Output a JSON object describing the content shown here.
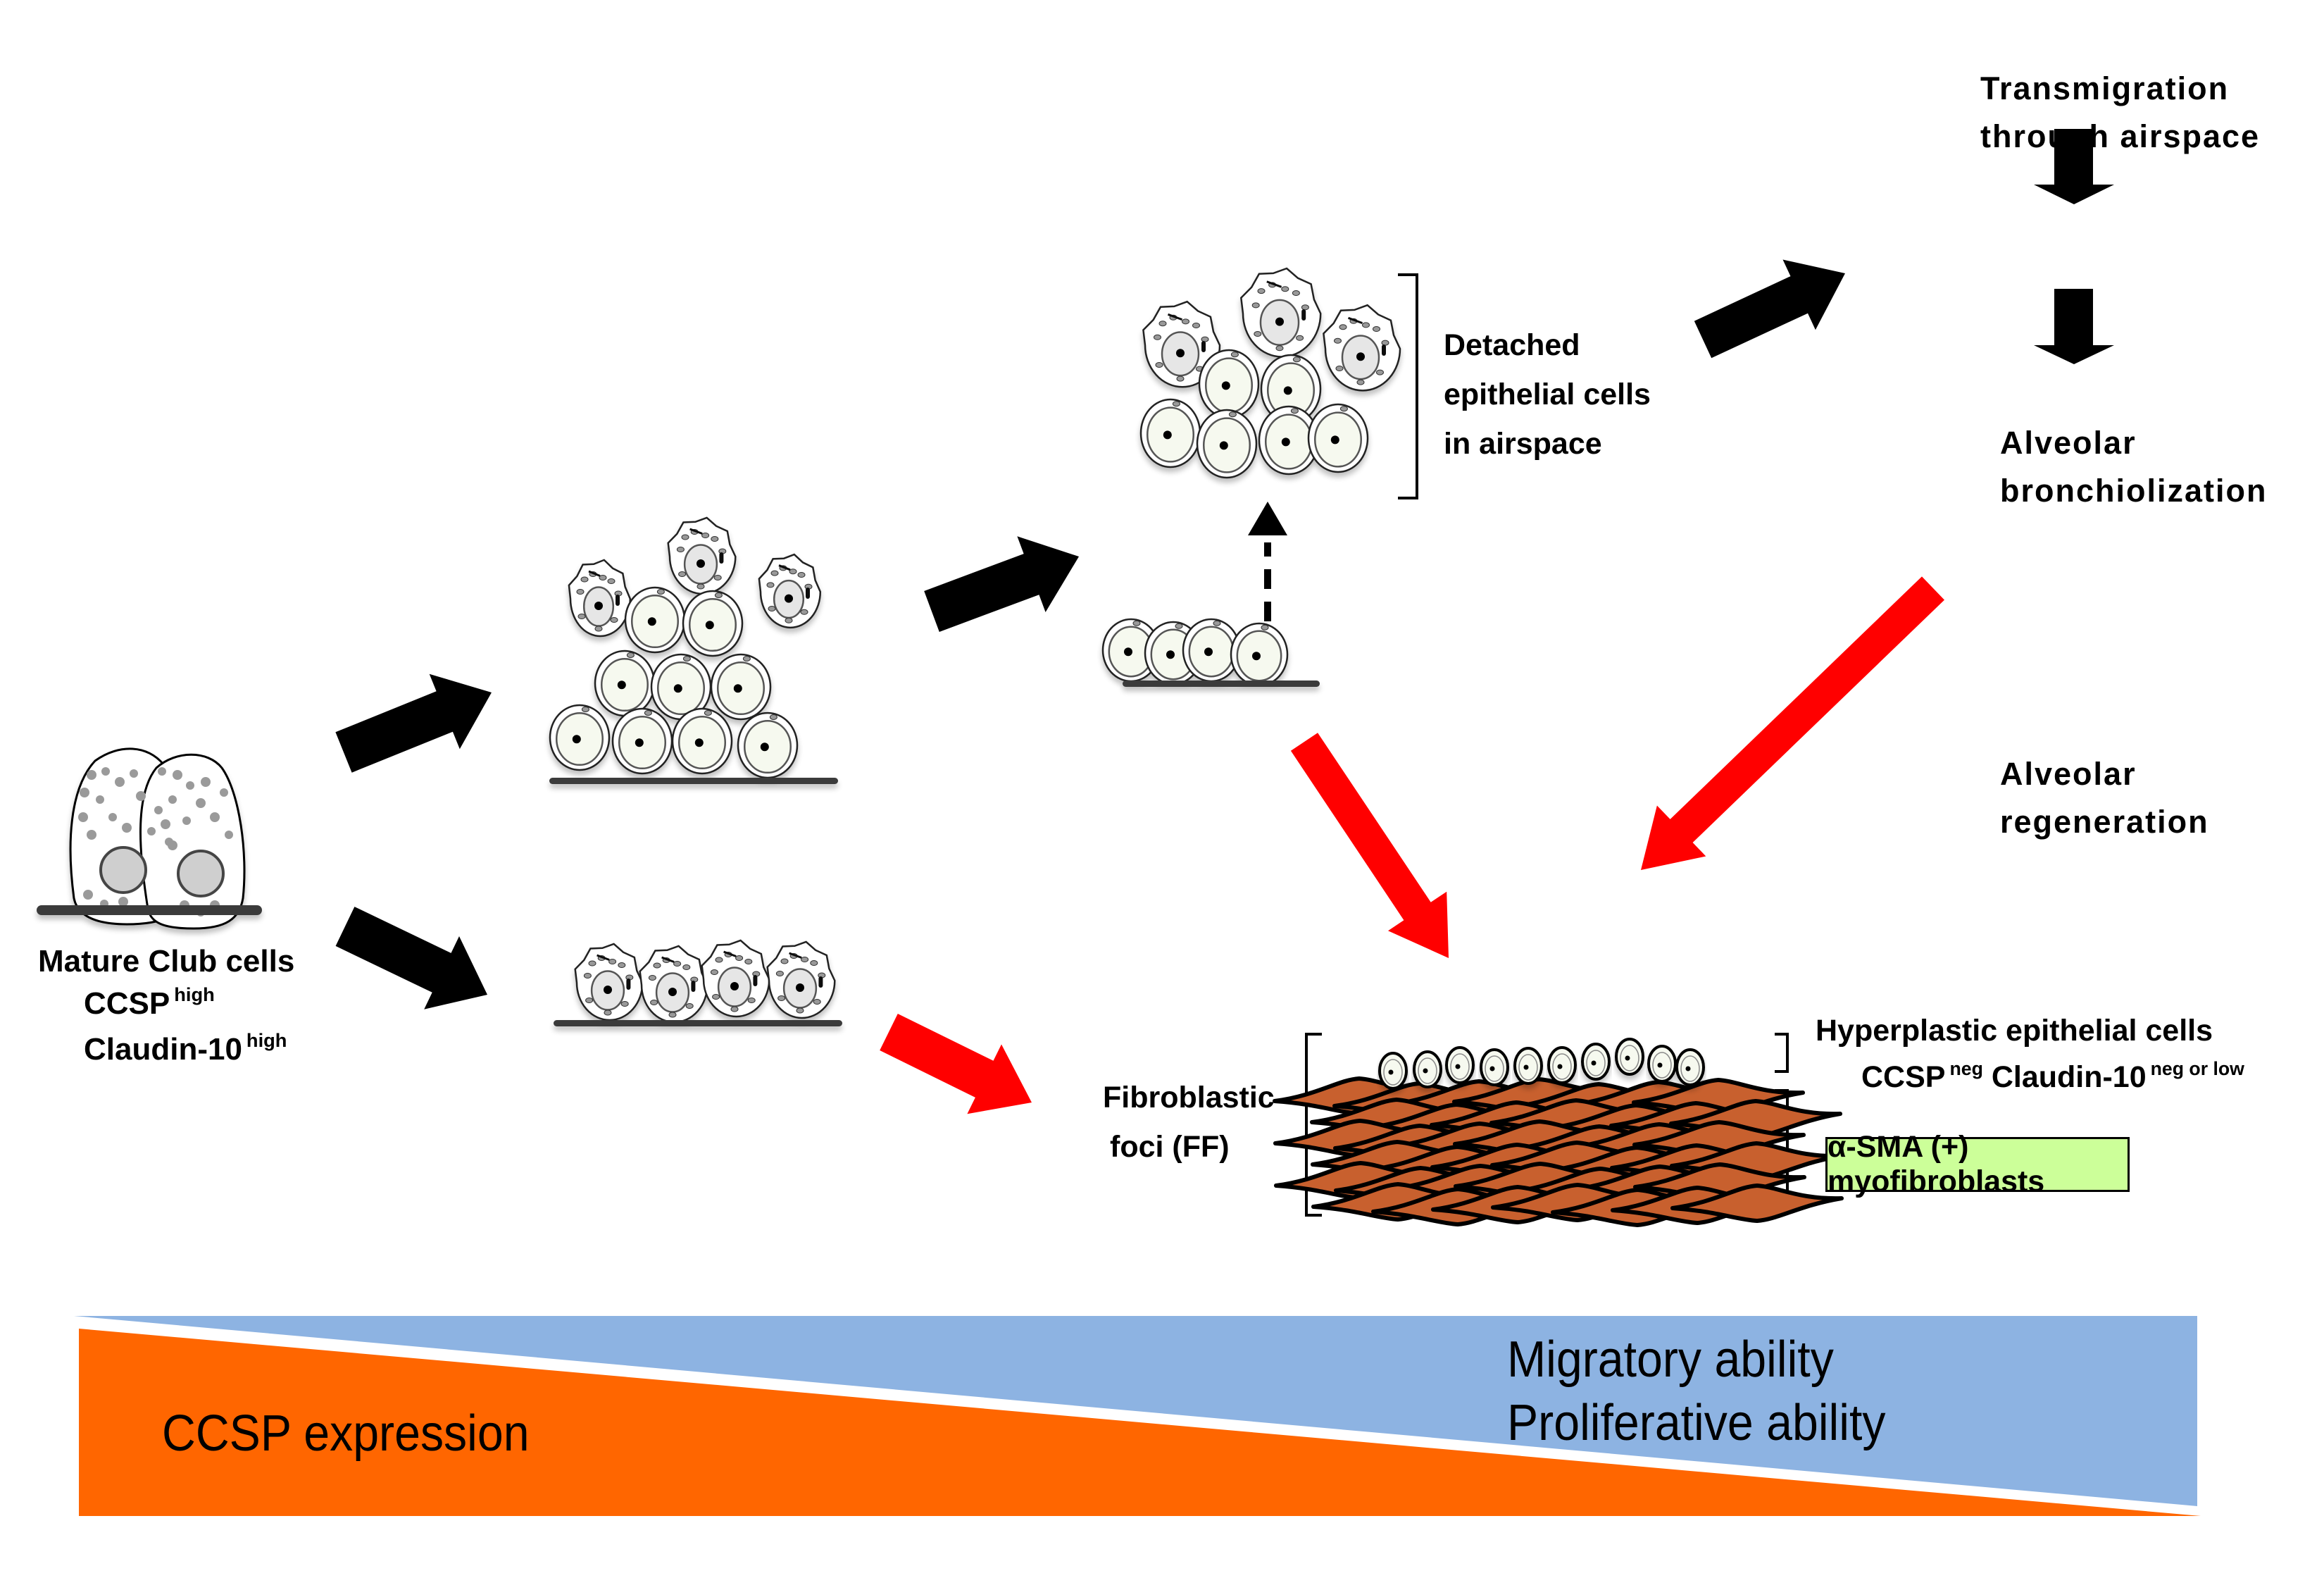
{
  "figure": {
    "subject": "Club cell fate in lung injury and fibrosis",
    "labels": {
      "mature_club_cells": {
        "title": "Mature Club cells",
        "marker1": "CCSP",
        "marker1_level": "high",
        "marker2": "Claudin-10",
        "marker2_level": "high"
      },
      "detached_cells": {
        "line1": "Detached",
        "line2": "epithelial cells",
        "line3": "in airspace"
      },
      "transmigration": {
        "line1": "Transmigration",
        "line2": "through airspace"
      },
      "bronchiolization": {
        "line1": "Alveolar",
        "line2": "bronchiolization"
      },
      "regeneration": {
        "line1": "Alveolar",
        "line2": "regeneration"
      },
      "fibroblastic_foci": {
        "line1": "Fibroblastic",
        "line2": "foci (FF)"
      },
      "hyperplastic": {
        "title": "Hyperplastic epithelial cells",
        "marker1": "CCSP",
        "marker1_level": "neg",
        "marker2": "Claudin-10",
        "marker2_level": "neg or low"
      },
      "myofibroblasts": "α-SMA (+) myofibroblasts"
    },
    "gradient_bar": {
      "left_label": "CCSP expression",
      "right_label_1": "Migratory ability",
      "right_label_2": "Proliferative ability",
      "colors": {
        "decreasing": "#ff6600",
        "increasing": "#8db3e2"
      }
    },
    "arrow_colors": {
      "normal": "#000000",
      "fibrotic": "#ff0000"
    },
    "cell_colors": {
      "cytoplasm": "#ffffff",
      "nucleus_light": "#f6f9ef",
      "nucleus_grey": "#e6e6e6",
      "fibroblast": "#c8602e",
      "basement": "#3a3a3a"
    }
  }
}
